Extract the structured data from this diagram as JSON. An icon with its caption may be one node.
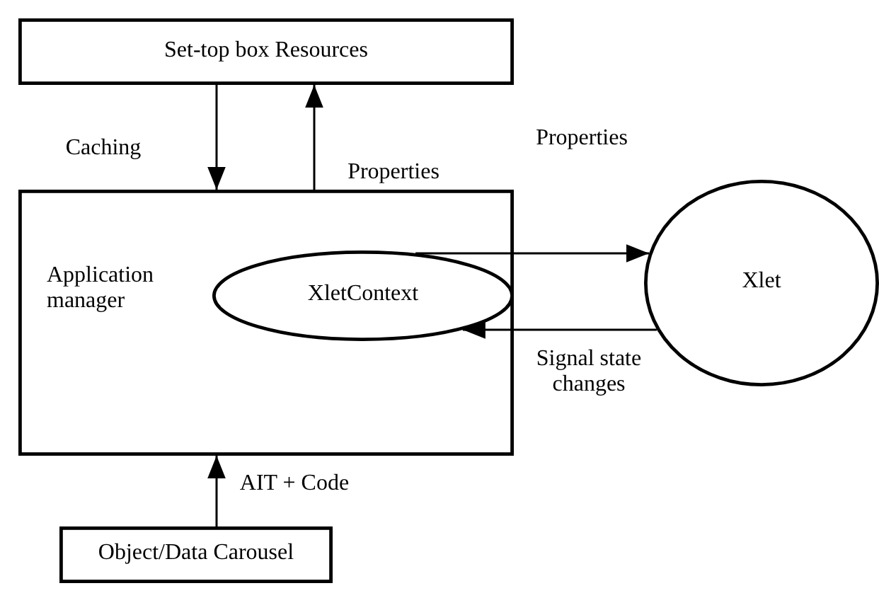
{
  "diagram": {
    "nodes": [
      {
        "text": [
          "Set-top box Resources"
        ]
      },
      {
        "text": [
          "Application manager"
        ]
      },
      {
        "text": [
          "XletContext"
        ],
        "in": 1
      },
      {
        "text": [
          "Xlet"
        ]
      },
      {
        "text": [
          "Object/Data Carousel"
        ]
      }
    ],
    "edges": [
      {
        "from": 0,
        "to": 1,
        "arrow": "to",
        "label": "Caching"
      },
      {
        "from": 1,
        "to": 0,
        "arrow": "to",
        "label": "Properties"
      },
      {
        "from": 2,
        "to": 3,
        "arrow": "to",
        "label": "Properties"
      },
      {
        "from": 3,
        "to": 2,
        "arrow": "to",
        "label": "Signal state changes"
      },
      {
        "from": 4,
        "to": 1,
        "arrow": "to",
        "label": "AIT + Code"
      }
    ]
  }
}
